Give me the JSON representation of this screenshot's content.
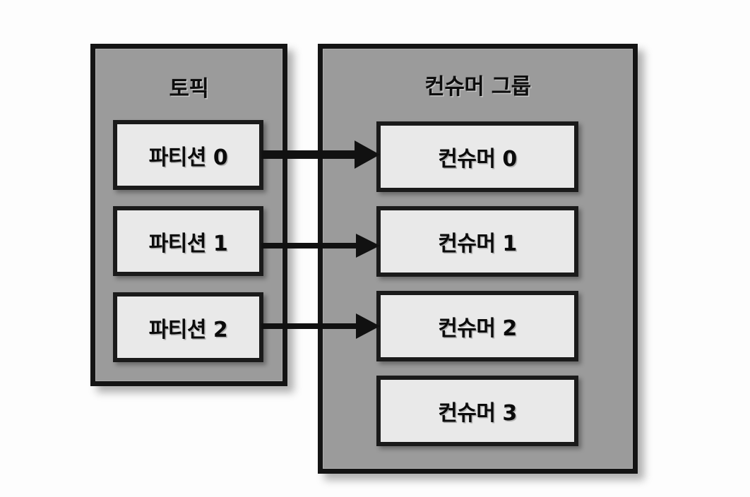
{
  "diagram": {
    "title_topic": "토픽",
    "title_consumer_group": "컨슈머 그룹",
    "colors": {
      "panel_fill": "#9b9b9b",
      "node_fill": "#e9e9e9",
      "stroke": "#141414",
      "background": "#fdfdfd"
    }
  },
  "topic": {
    "label": "토픽",
    "partitions": [
      {
        "label": "파티션 0"
      },
      {
        "label": "파티션 1"
      },
      {
        "label": "파티션 2"
      }
    ]
  },
  "consumer_group": {
    "label": "컨슈머 그룹",
    "consumers": [
      {
        "label": "컨슈머 0"
      },
      {
        "label": "컨슈머 1"
      },
      {
        "label": "컨슈머 2"
      },
      {
        "label": "컨슈머 3"
      }
    ]
  },
  "connections": [
    {
      "from": "파티션 0",
      "to": "컨슈머 0"
    },
    {
      "from": "파티션 1",
      "to": "컨슈머 1"
    },
    {
      "from": "파티션 2",
      "to": "컨슈머 2"
    }
  ]
}
